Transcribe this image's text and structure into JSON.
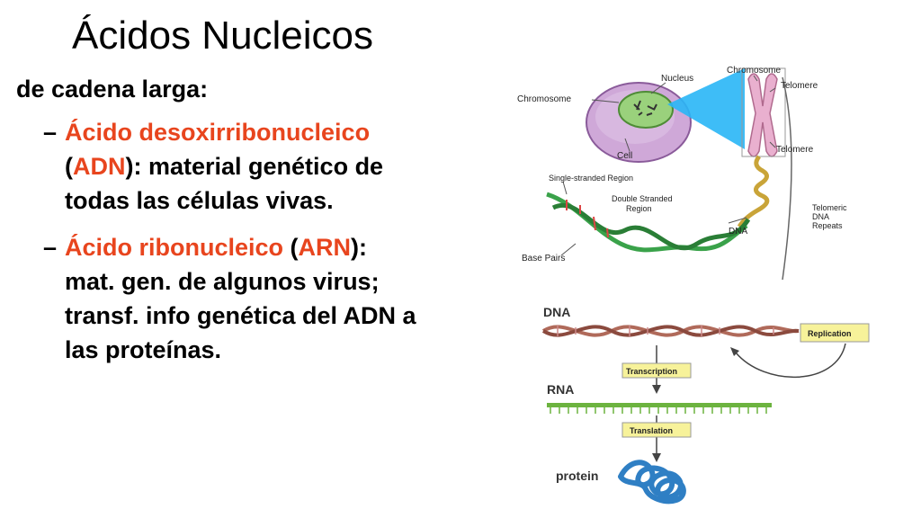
{
  "slide": {
    "title": "Ácidos Nucleicos",
    "subtitle": "de cadena larga:",
    "bullet1": {
      "dash": "–",
      "name": "Ácido desoxirribonucleico",
      "open": "(",
      "abbr": "ADN",
      "rest": "): material genético de",
      "line3": "todas las células vivas."
    },
    "bullet2": {
      "dash": "–",
      "name": "Ácido ribonucleico",
      "open": " (",
      "abbr": "ARN",
      "close": "):",
      "line2": "mat. gen. de algunos virus;",
      "line3": "transf. info genética del ADN a",
      "line4": "las proteínas."
    }
  },
  "figure_top": {
    "labels": {
      "nucleus": "Nucleus",
      "chromosome_left": "Chromosome",
      "chromosome_top": "Chromosome",
      "telomere_top": "Telomere",
      "telomere_bottom": "Telomere",
      "cell": "Cell",
      "single_strand": "Single-stranded Region",
      "double_strand_1": "Double Stranded",
      "double_strand_2": "Region",
      "dna": "DNA",
      "telomeric_1": "Telomeric",
      "telomeric_2": "DNA",
      "telomeric_3": "Repeats",
      "base_pairs": "Base Pairs"
    },
    "colors": {
      "cell": "#cfa8d8",
      "nucleus": "#9ad17c",
      "chromosome": "#e9b0cf",
      "dna": "#3aa24a",
      "cone": "#29b6f6"
    }
  },
  "figure_bottom": {
    "labels": {
      "dna": "DNA",
      "replication": "Replication",
      "transcription": "Transcription",
      "rna": "RNA",
      "translation": "Translation",
      "protein": "protein"
    },
    "colors": {
      "box": "#f7f29a",
      "dna_strand": "#b06a5a",
      "rna": "#6cb33f",
      "protein": "#2f7fc4"
    }
  }
}
